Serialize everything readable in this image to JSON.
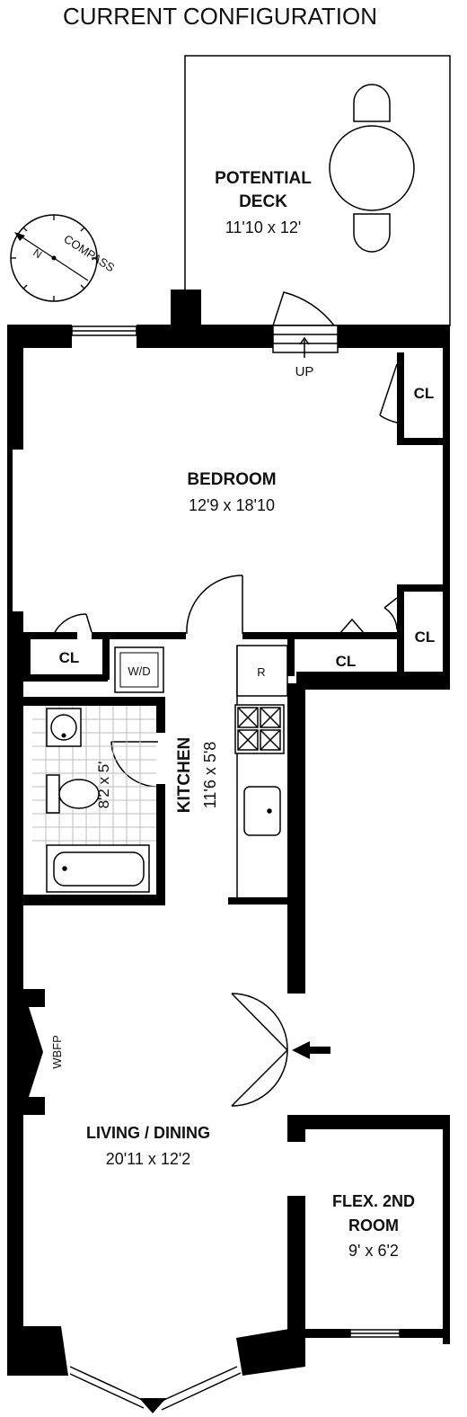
{
  "title": "CURRENT CONFIGURATION",
  "compass": {
    "label": "COMPASS",
    "north": "N"
  },
  "rooms": {
    "deck": {
      "name_line1": "POTENTIAL",
      "name_line2": "DECK",
      "size": "11'10 x 12'"
    },
    "bedroom": {
      "name": "BEDROOM",
      "size": "12'9 x 18'10"
    },
    "kitchen": {
      "name": "KITCHEN",
      "size": "11'6 x 5'8"
    },
    "bath": {
      "size": "8'2 x 5'"
    },
    "living": {
      "name": "LIVING / DINING",
      "size": "20'11 x 12'2"
    },
    "flex": {
      "name_line1": "FLEX. 2ND",
      "name_line2": "ROOM",
      "size": "9' x 6'2"
    }
  },
  "closets": {
    "cl_1": "CL",
    "cl_2": "CL",
    "cl_3": "CL",
    "cl_4": "CL"
  },
  "fixtures": {
    "washer_dryer": "W/D",
    "refrigerator": "R",
    "fireplace": "WBFP",
    "stairs": "UP"
  },
  "colors": {
    "wall": "#000000",
    "tile_grid": "#bdbdbd",
    "background": "#ffffff"
  }
}
